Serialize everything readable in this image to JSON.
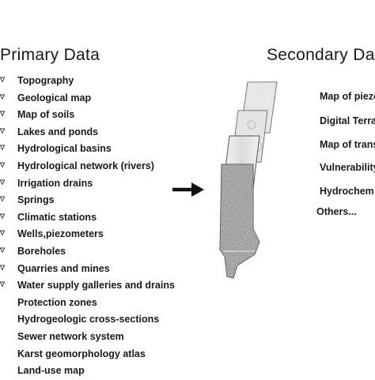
{
  "primary": {
    "title": "Primary Data",
    "items": [
      {
        "label": "Topography",
        "checked": true
      },
      {
        "label": "Geological map",
        "checked": true
      },
      {
        "label": "Map of soils",
        "checked": true
      },
      {
        "label": "Lakes and ponds",
        "checked": true
      },
      {
        "label": "Hydrological basins",
        "checked": true
      },
      {
        "label": "Hydrological network (rivers)",
        "checked": true
      },
      {
        "label": "Irrigation drains",
        "checked": true
      },
      {
        "label": "Springs",
        "checked": true
      },
      {
        "label": "Climatic stations",
        "checked": true
      },
      {
        "label": "Wells,piezometers",
        "checked": true
      },
      {
        "label": "Boreholes",
        "checked": true
      },
      {
        "label": "Quarries and mines",
        "checked": true
      },
      {
        "label": "Water supply galleries and drains",
        "checked": true
      },
      {
        "label": "Protection zones",
        "checked": false
      },
      {
        "label": "Hydrogeologic cross-sections",
        "checked": false
      },
      {
        "label": "Sewer network system",
        "checked": false
      },
      {
        "label": "Karst geomorphology atlas",
        "checked": false
      },
      {
        "label": "Land-use map",
        "checked": false
      }
    ]
  },
  "secondary": {
    "title": "Secondary Da",
    "items": [
      {
        "label": "Map of piezo"
      },
      {
        "label": "Digital Terra"
      },
      {
        "label": "Map of trans"
      },
      {
        "label": "Vulnerability"
      },
      {
        "label": "Hydrochem"
      },
      {
        "label": "Others..."
      }
    ]
  },
  "colors": {
    "text": "#1a1a1a",
    "arrow": "#111111",
    "layer_outline": "#555555",
    "layer_fill_dark": "#9a9a9a",
    "layer_fill_light": "#e6e6e6"
  }
}
